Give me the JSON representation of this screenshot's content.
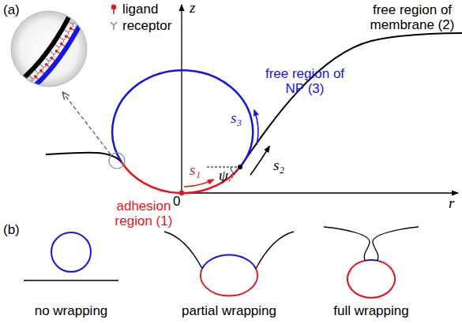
{
  "diagram": {
    "labels": [
      "(a)",
      "z",
      "free region of NP (3)",
      "free region of membrane (2)",
      "s₃",
      "s₂",
      "s₁",
      "ψ",
      "r",
      "0",
      "adhesion region (1)",
      "(b)",
      "no wrapping",
      "partial wrapping",
      "full wrapping"
    ],
    "legend": [
      {
        "text": "ligand"
      },
      {
        "text": "receptor"
      }
    ]
  }
}
